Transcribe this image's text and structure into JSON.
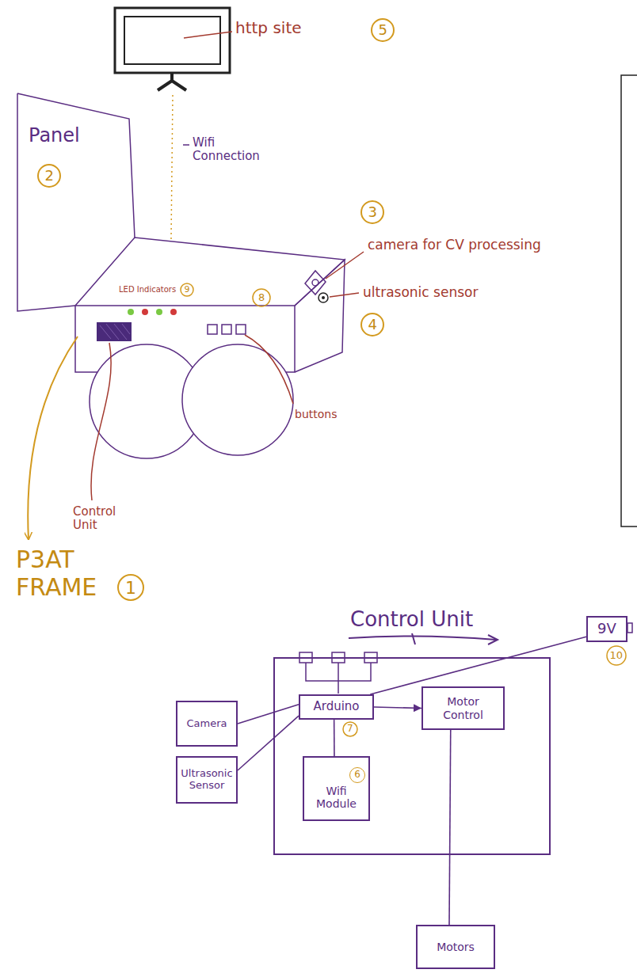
{
  "diagram": {
    "nodes": [
      {
        "text": [
          "Control Unit"
        ]
      },
      {
        "text": [
          "Camera"
        ]
      },
      {
        "text": [
          "Ultrasonic Sensor"
        ]
      },
      {
        "text": [
          "Arduino"
        ],
        "in": 0
      },
      {
        "text": [
          "Motor Control"
        ],
        "in": 0
      },
      {
        "text": [
          "Wifi Module",
          "6"
        ],
        "in": 0
      },
      {
        "text": [
          "9V"
        ]
      },
      {
        "text": [
          "Motors"
        ]
      }
    ],
    "edges": [
      {
        "from": 1,
        "to": 3,
        "arrow": "none"
      },
      {
        "from": 2,
        "to": 3,
        "arrow": "none"
      },
      {
        "from": 3,
        "to": 4,
        "arrow": "to"
      },
      {
        "from": 3,
        "to": 5,
        "arrow": "none"
      },
      {
        "from": 6,
        "to": 3,
        "arrow": "none"
      },
      {
        "from": 4,
        "to": 7,
        "arrow": "none"
      }
    ],
    "labels": [
      "http site",
      "5",
      "Wifi Connection",
      "Panel",
      "2",
      "LED Indicators",
      "9",
      "3",
      "camera for CV processing",
      "ultrasonic sensor",
      "4",
      "8",
      "buttons",
      "Control Unit",
      "P3AT FRAME",
      "1",
      "7",
      "10"
    ]
  }
}
